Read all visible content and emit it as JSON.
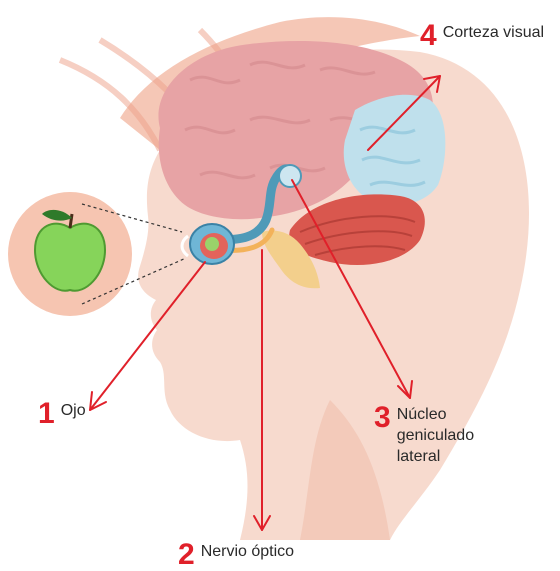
{
  "labels": {
    "eye": {
      "number": "1",
      "text": "Ojo"
    },
    "optic_nerve": {
      "number": "2",
      "text": "Nervio óptico"
    },
    "lgn": {
      "number": "3",
      "text": "Núcleo geniculado lateral"
    },
    "visual_cortex": {
      "number": "4",
      "text": "Corteza visual"
    }
  },
  "colors": {
    "accent": "#e0202a",
    "skin": "#f6d3c6",
    "brain": "#e7a3a5",
    "cortex": "#bfe0ec",
    "cerebellum": "#d9574e",
    "nerve": "#4f9ab8",
    "apple": "#86d45a"
  }
}
